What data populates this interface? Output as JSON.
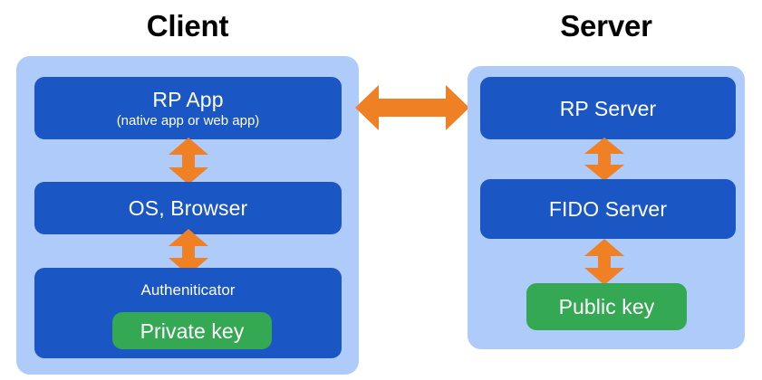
{
  "diagram": {
    "title_client": "Client",
    "title_server": "Server",
    "colors": {
      "panel_light_blue": "#aecbfa",
      "box_blue": "#1a56c4",
      "key_green": "#34a853",
      "arrow_orange": "#ef8024",
      "title_black": "#000000",
      "text_white": "#ffffff",
      "background": "#ffffff"
    },
    "client": {
      "panel_label": "Client",
      "boxes": [
        {
          "label": "RP App",
          "sublabel": "(native app or web app)"
        },
        {
          "label": "OS, Browser",
          "sublabel": ""
        },
        {
          "label": "Autheniticator",
          "sublabel": ""
        }
      ],
      "key": {
        "label": "Private key"
      }
    },
    "server": {
      "panel_label": "Server",
      "boxes": [
        {
          "label": "RP Server",
          "sublabel": ""
        },
        {
          "label": "FIDO Server",
          "sublabel": ""
        }
      ],
      "key": {
        "label": "Public key"
      }
    },
    "connectors": [
      {
        "name": "client-rp-app-to-os-browser",
        "kind": "double-arrow-vertical"
      },
      {
        "name": "client-os-browser-to-authenticator",
        "kind": "double-arrow-vertical"
      },
      {
        "name": "client-to-server",
        "kind": "double-arrow-horizontal"
      },
      {
        "name": "server-rp-server-to-fido-server",
        "kind": "double-arrow-vertical"
      },
      {
        "name": "server-fido-server-to-public-key",
        "kind": "double-arrow-vertical"
      }
    ]
  }
}
